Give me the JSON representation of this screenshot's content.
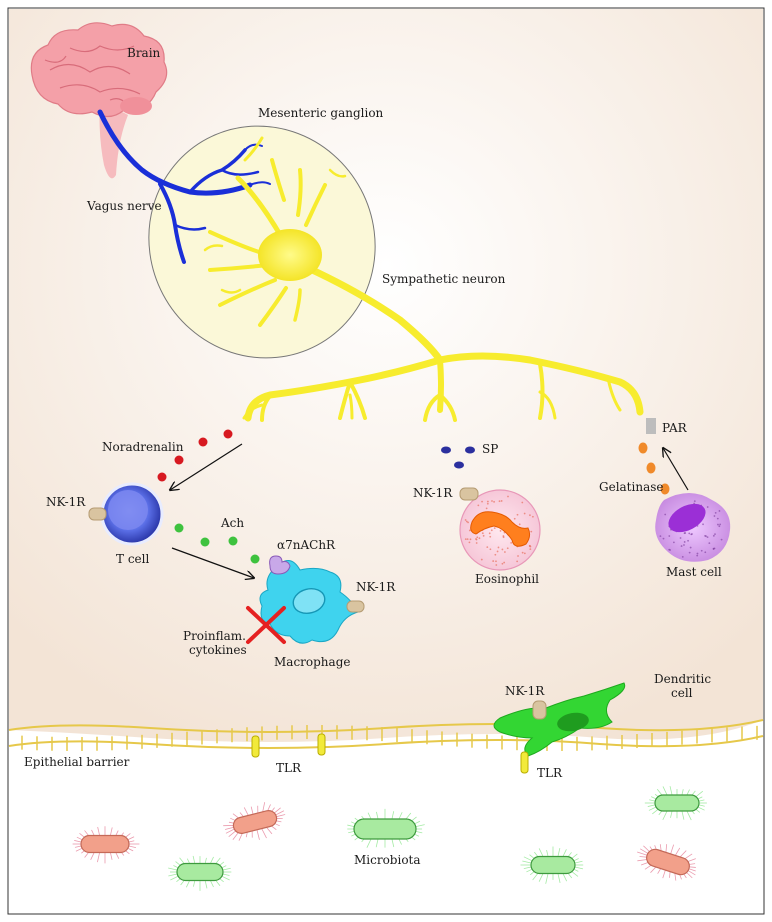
{
  "labels": {
    "brain": "Brain",
    "mesenteric_ganglion": "Mesenteric ganglion",
    "vagus_nerve": "Vagus nerve",
    "sympathetic_neuron": "Sympathetic neuron",
    "noradrenalin": "Noradrenalin",
    "nk1r_tcell": "NK-1R",
    "t_cell": "T cell",
    "ach": "Ach",
    "a7nachr": "α7nAChR",
    "nk1r_macrophage": "NK-1R",
    "proinflam_1": "Proinflam.",
    "proinflam_2": "cytokines",
    "macrophage": "Macrophage",
    "sp": "SP",
    "nk1r_eosinophil": "NK-1R",
    "eosinophil": "Eosinophil",
    "par": "PAR",
    "gelatinase": "Gelatinase",
    "mast_cell": "Mast cell",
    "nk1r_dendritic": "NK-1R",
    "dendritic_1": "Dendritic",
    "dendritic_2": "cell",
    "epithelial_barrier": "Epithelial barrier",
    "tlr_epithelium": "TLR",
    "tlr_dendritic": "TLR",
    "microbiota": "Microbiota"
  },
  "colors": {
    "neuron_yellow": "#f7ec2e",
    "vagus_blue": "#1a2fd8",
    "brain_pink": "#f4a0a8",
    "ganglion_fill": "#fbf8d8",
    "noradrenalin_red": "#d71920",
    "ach_green": "#3ec23e",
    "sp_navy": "#2b2f9e",
    "gelatinase_orange": "#f08a2a",
    "macrophage_cyan": "#3fd3ee",
    "dendritic_green": "#33d633",
    "mast_purple": "#b24fd6",
    "receptor_tan": "#d9c4a0",
    "tlr_yellow": "#f2ea3a",
    "inhibition_red": "#e52121",
    "barrier_line": "#e6c84a",
    "tissue_bg": "#f7ede4"
  }
}
